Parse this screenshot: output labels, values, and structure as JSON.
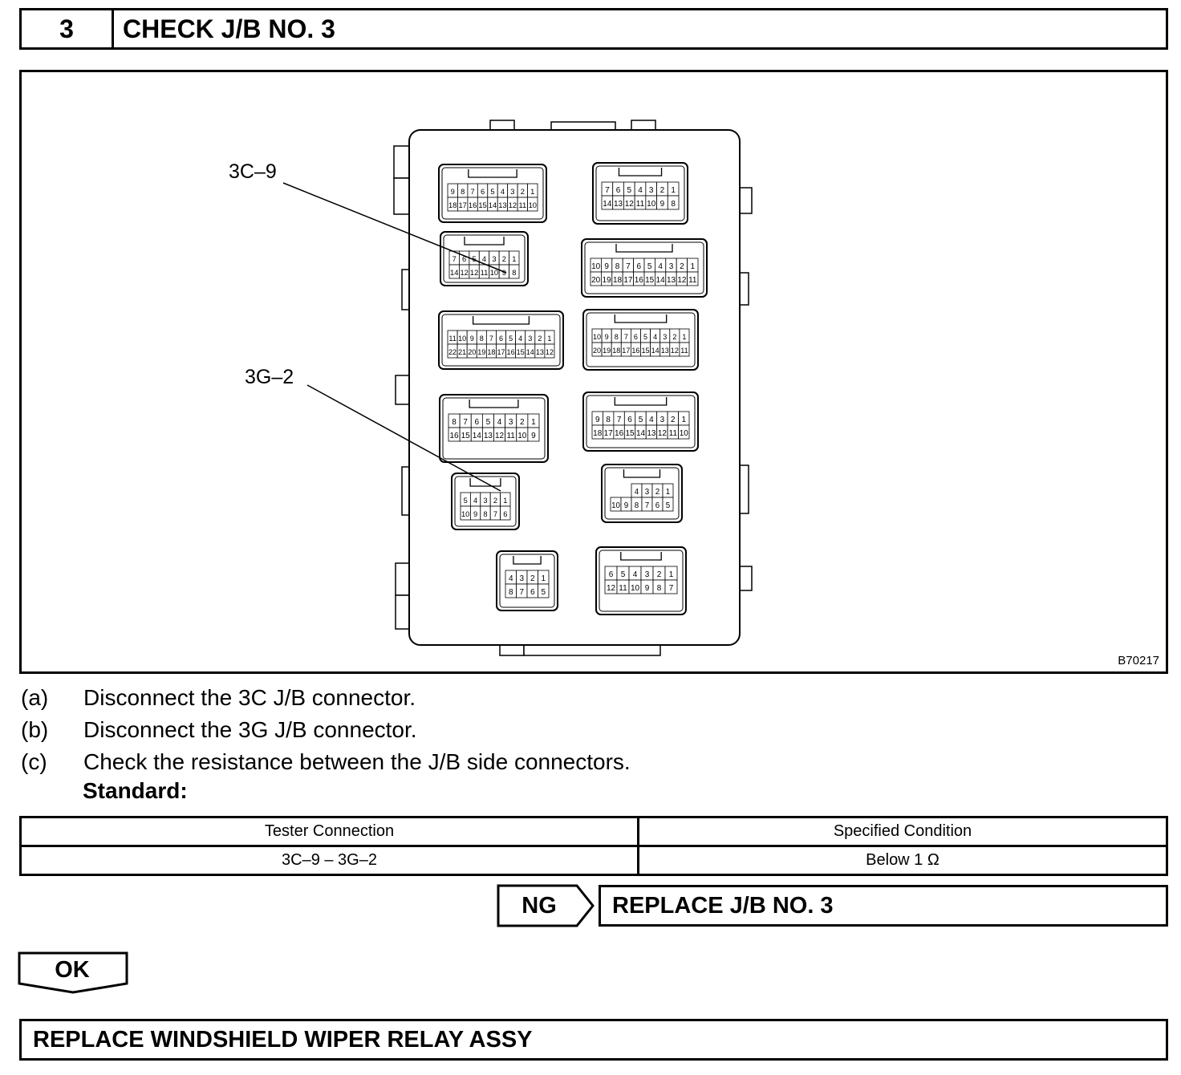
{
  "header": {
    "step_number": "3",
    "title": "CHECK J/B NO. 3"
  },
  "figure": {
    "callouts": [
      "3C–9",
      "3G–2"
    ],
    "figure_code": "B70217",
    "connectors": [
      {
        "top": [
          "9",
          "8",
          "7",
          "6",
          "5",
          "4",
          "3",
          "2",
          "1"
        ],
        "bottom": [
          "18",
          "17",
          "16",
          "15",
          "14",
          "13",
          "12",
          "11",
          "10"
        ]
      },
      {
        "top": [
          "7",
          "6",
          "5",
          "4",
          "3",
          "2",
          "1"
        ],
        "bottom": [
          "14",
          "13",
          "12",
          "11",
          "10",
          "9",
          "8"
        ]
      },
      {
        "top": [
          "7",
          "6",
          "5",
          "4",
          "3",
          "2",
          "1"
        ],
        "bottom": [
          "14",
          "12",
          "12",
          "11",
          "10",
          "9",
          "8"
        ]
      },
      {
        "top": [
          "10",
          "9",
          "8",
          "7",
          "6",
          "5",
          "4",
          "3",
          "2",
          "1"
        ],
        "bottom": [
          "20",
          "19",
          "18",
          "17",
          "16",
          "15",
          "14",
          "13",
          "12",
          "11"
        ]
      },
      {
        "top": [
          "11",
          "10",
          "9",
          "8",
          "7",
          "6",
          "5",
          "4",
          "3",
          "2",
          "1"
        ],
        "bottom": [
          "22",
          "21",
          "20",
          "19",
          "18",
          "17",
          "16",
          "15",
          "14",
          "13",
          "12"
        ]
      },
      {
        "top": [
          "10",
          "9",
          "8",
          "7",
          "6",
          "5",
          "4",
          "3",
          "2",
          "1"
        ],
        "bottom": [
          "20",
          "19",
          "18",
          "17",
          "16",
          "15",
          "14",
          "13",
          "12",
          "11"
        ]
      },
      {
        "top": [
          "8",
          "7",
          "6",
          "5",
          "4",
          "3",
          "2",
          "1"
        ],
        "bottom": [
          "16",
          "15",
          "14",
          "13",
          "12",
          "11",
          "10",
          "9"
        ]
      },
      {
        "top": [
          "9",
          "8",
          "7",
          "6",
          "5",
          "4",
          "3",
          "2",
          "1"
        ],
        "bottom": [
          "18",
          "17",
          "16",
          "15",
          "14",
          "13",
          "12",
          "11",
          "10"
        ]
      },
      {
        "top": [
          "5",
          "4",
          "3",
          "2",
          "1"
        ],
        "bottom": [
          "10",
          "9",
          "8",
          "7",
          "6"
        ]
      },
      {
        "top": [
          "4",
          "3",
          "2",
          "1"
        ],
        "bottom": [
          "10",
          "9",
          "8",
          "7",
          "6",
          "5"
        ]
      },
      {
        "top": [
          "4",
          "3",
          "2",
          "1"
        ],
        "bottom": [
          "8",
          "7",
          "6",
          "5"
        ]
      },
      {
        "top": [
          "6",
          "5",
          "4",
          "3",
          "2",
          "1"
        ],
        "bottom": [
          "12",
          "11",
          "10",
          "9",
          "8",
          "7"
        ]
      }
    ]
  },
  "steps": [
    {
      "letter": "(a)",
      "text": "Disconnect the 3C J/B connector."
    },
    {
      "letter": "(b)",
      "text": "Disconnect the 3G J/B connector."
    },
    {
      "letter": "(c)",
      "text": "Check the resistance between the J/B side connectors."
    }
  ],
  "standard_label": "Standard:",
  "spec_table": {
    "headers": [
      "Tester Connection",
      "Specified Condition"
    ],
    "rows": [
      [
        "3C–9 – 3G–2",
        "Below 1 Ω"
      ]
    ]
  },
  "ng": {
    "label": "NG",
    "action": "REPLACE J/B NO. 3"
  },
  "ok": {
    "label": "OK",
    "action": "REPLACE WINDSHIELD WIPER RELAY ASSY"
  }
}
